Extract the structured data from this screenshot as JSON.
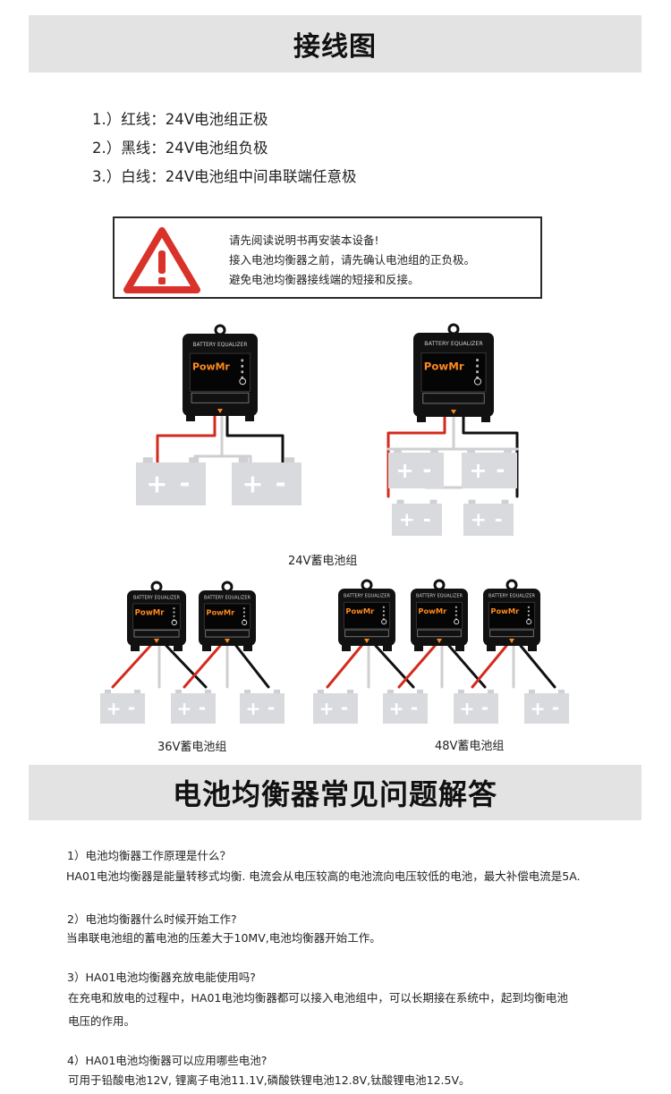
{
  "section1": {
    "title": "接线图",
    "wires": [
      "1.）红线：24V电池组正极",
      "2.）黑线：24V电池组负极",
      "3.）白线：24V电池组中间串联端任意极"
    ]
  },
  "warning": {
    "lines": [
      "请先阅读说明书再安装本设备!",
      "接入电池均衡器之前，请先确认电池组的正负极。",
      "避免电池均衡器接线端的短接和反接。"
    ]
  },
  "device": {
    "label": "BATTERY EQUALIZER",
    "brand": "PowMr",
    "brand_color": "#ff8a1c"
  },
  "battery": {
    "plus": "+",
    "minus": "-"
  },
  "captions": {
    "v24": "24V蓄电池组",
    "v36": "36V蓄电池组",
    "v48": "48V蓄电池组"
  },
  "section2": {
    "title": "电池均衡器常见问题解答",
    "faqs": [
      {
        "q": "1）电池均衡器工作原理是什么？",
        "a": [
          "HA01电池均衡器是能量转移式均衡. 电流会从电压较高的电池流向电压较低的电池，最大补偿电流是5A."
        ]
      },
      {
        "q": "2）电池均衡器什么时候开始工作?",
        "a": [
          "当串联电池组的蓄电池的压差大于10MV,电池均衡器开始工作。"
        ]
      },
      {
        "q": "3）HA01电池均衡器充放电能使用吗?",
        "a": [
          "在充电和放电的过程中，HA01电池均衡器都可以接入电池组中，可以长期接在系统中，起到均衡电池",
          "电压的作用。"
        ]
      },
      {
        "q": "4）HA01电池均衡器可以应用哪些电池?",
        "a": [
          "可用于铅酸电池12V, 锂离子电池11.1V,磷酸铁锂电池12.8V,钛酸锂电池12.5V。"
        ]
      }
    ]
  },
  "colors": {
    "banner_bg": "#e3e3e3",
    "red_wire": "#d42a1e",
    "black_wire": "#111111",
    "white_wire": "#cfcfcf",
    "battery_fill": "#d9dadd",
    "warning_red": "#d9322a"
  }
}
